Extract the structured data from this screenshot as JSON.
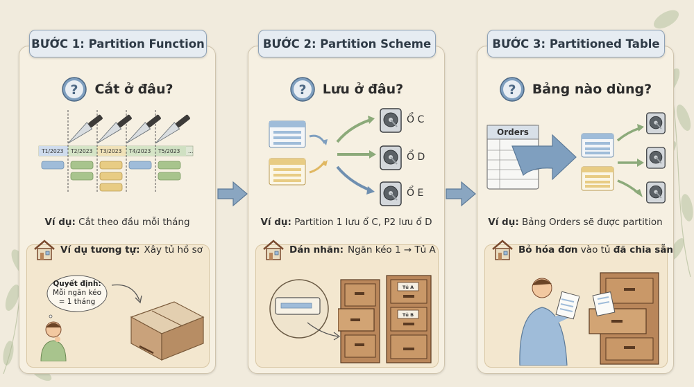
{
  "steps": [
    {
      "title": "BƯỚC 1: Partition Function",
      "question": "Cắt ở đâu?",
      "months": [
        "T1/2023",
        "T2/2023",
        "T3/2023",
        "T4/2023",
        "T5/2023",
        "..."
      ],
      "example_label": "Ví dụ:",
      "example_text": " Cắt theo đầu mỗi tháng",
      "analogy_label": "Ví dụ tương tự:",
      "analogy_text": " Xây tủ hồ sơ",
      "bubble_line1": "Quyết định:",
      "bubble_line2": "Mỗi ngăn kéo",
      "bubble_line3": "= 1 tháng"
    },
    {
      "title": "BƯỚC 2: Partition Scheme",
      "question": "Lưu ở đâu?",
      "drives": [
        "Ổ C",
        "Ổ D",
        "Ổ E"
      ],
      "example_label": "Ví dụ:",
      "example_text": " Partition 1 lưu ổ C, P2 lưu ổ D",
      "analogy_label": "Dán nhãn:",
      "analogy_text": " Ngăn kéo 1 → Tủ A",
      "cabinet_labels": [
        "Tủ A",
        "Tủ B"
      ]
    },
    {
      "title": "BƯỚC 3: Partitioned Table",
      "question": "Bảng nào dùng?",
      "table_name": "Orders",
      "example_label": "Ví dụ:",
      "example_text": " Bảng Orders sẽ được partition",
      "analogy_bold1": "Bỏ hóa đơn",
      "analogy_mid": " vào tủ ",
      "analogy_bold2": "đã chia sẵn"
    }
  ],
  "colors": {
    "blue": "#9fbcd9",
    "green": "#a8c48d",
    "yellow": "#e8cc84",
    "wood": "#b9865a",
    "panel_border": "#cfc4ad",
    "tab_border": "#8fa2b6"
  },
  "icons": [
    "question-icon",
    "knife-icon",
    "house-icon",
    "hard-drive-icon",
    "table-icon",
    "arrow-icon",
    "drawer-icon",
    "file-cabinet-icon",
    "person-icon",
    "document-icon"
  ]
}
